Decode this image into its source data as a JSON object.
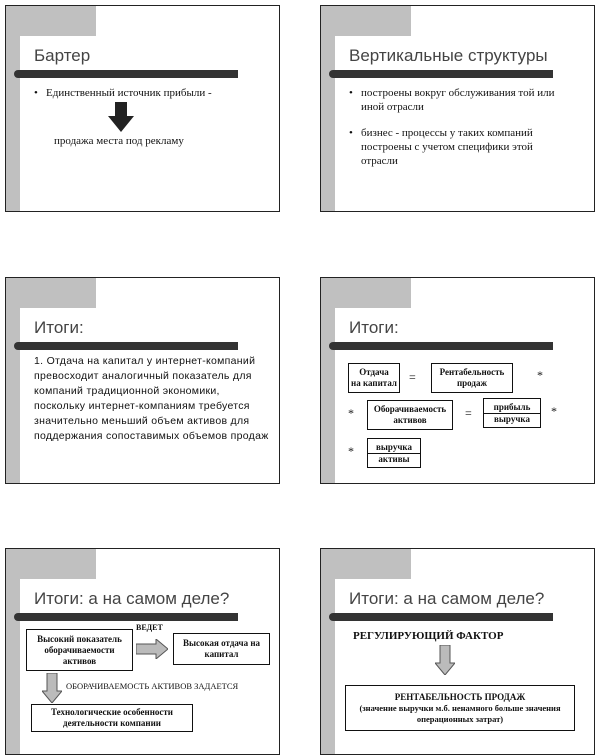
{
  "slides": [
    {
      "title": "Бартер",
      "bullet": "Единственный источник прибыли -",
      "result": "продажа места под рекламу"
    },
    {
      "title": "Вертикальные структуры",
      "bullets": [
        "построены вокруг обслуживания той или иной отрасли",
        "бизнес - процессы у таких компаний построены с учетом специфики этой отрасли"
      ]
    },
    {
      "title": "Итоги:",
      "item": "1. Отдача на капитал у интернет-компаний превосходит аналогичный показатель для компаний традиционной экономики, поскольку интернет-компаниям требуется значительно меньший объем активов для поддержания сопоставимых объемов продаж"
    },
    {
      "title": "Итоги:",
      "roe": [
        "Отдача",
        "на капитал"
      ],
      "ros": [
        "Рентабельность",
        "продаж"
      ],
      "turnover": [
        "Оборачиваемость",
        "активов"
      ],
      "frac1": [
        "прибыль",
        "выручка"
      ],
      "frac2": [
        "выручка",
        "активы"
      ],
      "eq": "=",
      "times": "*"
    },
    {
      "title": "Итоги: а на самом деле?",
      "box1": "Высокий показатель оборачиваемости активов",
      "leads": "ВЕДЕТ",
      "box2": "Высокая отдача на капитал",
      "set": "ОБОРАЧИВАЕМОСТЬ АКТИВОВ ЗАДАЕТСЯ",
      "box3": "Технологические особенности деятельности компании"
    },
    {
      "title": "Итоги: а на самом деле?",
      "factor": "РЕГУЛИРУЮЩИЙ ФАКТОР",
      "box_title": "РЕНТАБЕЛЬНОСТЬ ПРОДАЖ",
      "box_note": "(значение выручки м.б. ненамного больше значения операционных затрат)"
    }
  ]
}
